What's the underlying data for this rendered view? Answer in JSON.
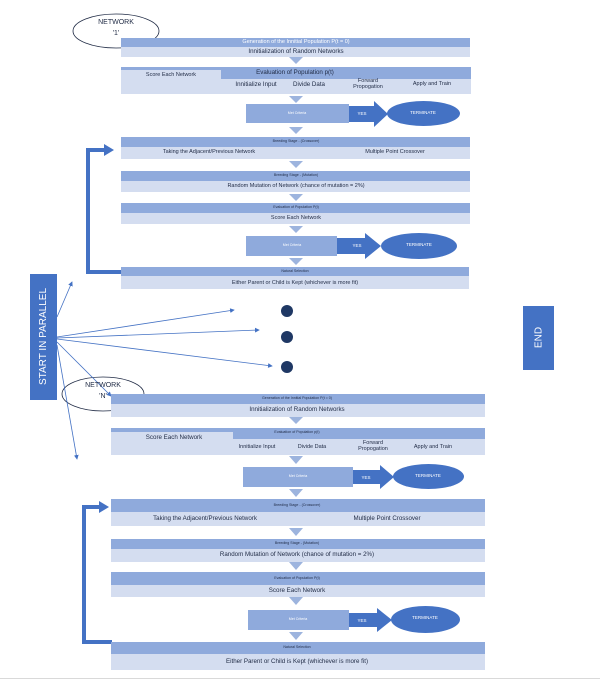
{
  "labels": {
    "network_1": "NETWORK",
    "network_1_id": "'1'",
    "network_n": "NETWORK",
    "network_n_id": "'N'",
    "start_parallel": "START IN PARALLEL",
    "end": "END"
  },
  "block_1": {
    "generation_title": "Generation of the Innitial Population P(t = 0)",
    "initialization": "Innitialization of Random Networks",
    "evaluation_title": "Evaluation of Population p(t)",
    "score_each": "Score Each Network",
    "initialize_input": "Innitialize Input",
    "divide_data": "Divide Data",
    "forward_propagation": "Forward Propogation",
    "apply_train": "Apply and Train",
    "met_criteria": "Met Criteria",
    "yes": "YES",
    "terminate": "TERMINATE",
    "breeding_title": "Breeding Stage - (Crossover)",
    "adjacent": "Taking the Adjacent/Previous Network",
    "multipoint": "Multiple Point Crossover",
    "mutation_title": "Breeding Stage - (Mutation)",
    "mutation_desc": "Random Mutation of Network (chance of mutation = 2%)",
    "evaluation2_title": "Evaluation of Population P(t)",
    "score_each2": "Score Each Network",
    "met_criteria2": "Met Criteria",
    "yes2": "YES",
    "terminate2": "TERMINATE",
    "selection_title": "Natural Selection",
    "selection_desc": "Either Parent or Child is Kept (whichever is more fit)"
  },
  "block_n": {
    "generation_title": "Generation of the Innitial Population P(t = 0)",
    "initialization": "Innitialization of Random Networks",
    "evaluation_title": "Evaluation of Population p(t)",
    "score_each": "Score Each Network",
    "initialize_input": "Innitialize Input",
    "divide_data": "Divide Data",
    "forward_propagation": "Forward Propogation",
    "apply_train": "Apply and Train",
    "met_criteria": "Met Criteria",
    "yes": "YES",
    "terminate": "TERMINATE",
    "breeding_title": "Breeding Stage - (Crossover)",
    "adjacent": "Taking the Adjacent/Previous Network",
    "multipoint": "Multiple Point Crossover",
    "mutation_title": "Breeding Stage - (Mutation)",
    "mutation_desc": "Random Mutation of Network (chance of mutation = 2%)",
    "evaluation2_title": "Evaluation of Population P(t)",
    "score_each2": "Score Each Network",
    "met_criteria2": "Met Criteria",
    "yes2": "YES",
    "terminate2": "TERMINATE",
    "selection_title": "Natural Selection",
    "selection_desc": "Either Parent or Child is Kept (whichever is more fit)"
  },
  "colors": {
    "bar_dark": "#8faadc",
    "bar_light": "#d4ddf0",
    "accent": "#4472c4",
    "text": "#1f2a44"
  }
}
